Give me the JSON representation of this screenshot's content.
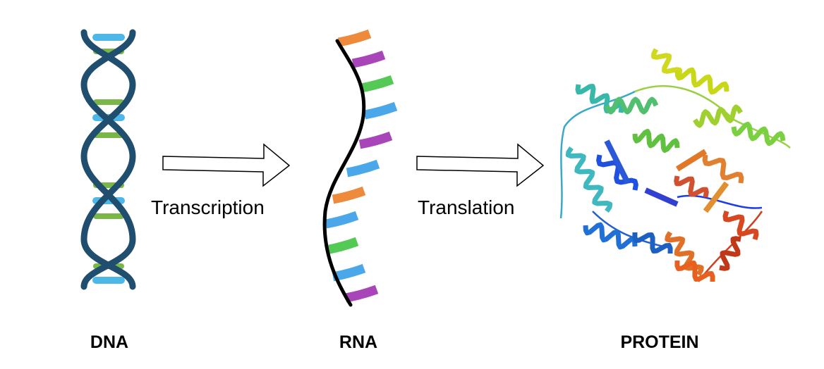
{
  "stages": [
    {
      "name": "DNA"
    },
    {
      "name": "RNA"
    },
    {
      "name": "PROTEIN"
    }
  ],
  "processes": [
    {
      "label": "Transcription"
    },
    {
      "label": "Translation"
    }
  ],
  "colors": {
    "dna_backbone": "#1f4e6e",
    "base_blue": "#4db8e8",
    "base_green": "#7ab648",
    "rna_backbone": "#000000",
    "rna_orange": "#ee8a3c",
    "rna_purple": "#a845b8",
    "rna_green": "#55c955",
    "rna_blue": "#4aa8ea"
  }
}
